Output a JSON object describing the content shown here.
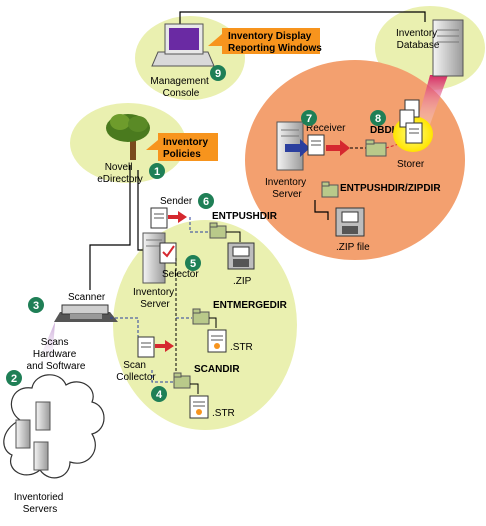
{
  "colors": {
    "ellipse_green": "#eaf0b0",
    "ellipse_orange": "#f3a06f",
    "callout_orange": "#f7941d",
    "step_badge": "#1f7f56",
    "file_green": "#b9c98a",
    "arrow_blue": "#2b3f9e",
    "arrow_red": "#d5282f"
  },
  "labels": {
    "management_console": [
      "Management",
      "Console"
    ],
    "inventory_display": [
      "Inventory Display",
      "Reporting Windows"
    ],
    "inventory_database": [
      "Inventory",
      "Database"
    ],
    "novell_edirectory": [
      "Novell",
      "eDirectory"
    ],
    "inventory_policies": [
      "Inventory",
      "Policies"
    ],
    "receiver": "Receiver",
    "dbdir": "DBDIR",
    "storer": "Storer",
    "inventory_server_right": [
      "Inventory",
      "Server"
    ],
    "entpushdir_zipdir": "ENTPUSHDIR/ZIPDIR",
    "zip_file": ".ZIP file",
    "sender": "Sender",
    "entpushdir": "ENTPUSHDIR",
    "zip": ".ZIP",
    "selector": "Selector",
    "inventory_server_left": [
      "Inventory",
      "Server"
    ],
    "scanner": "Scanner",
    "scans_hw_sw": [
      "Scans",
      "Hardware",
      "and Software"
    ],
    "entmergedir": "ENTMERGEDIR",
    "str_1": ".STR",
    "scan_collector": [
      "Scan",
      "Collector"
    ],
    "scandir": "SCANDIR",
    "str_2": ".STR",
    "inventoried_servers": [
      "Inventoried",
      "Servers"
    ]
  },
  "steps": [
    "1",
    "2",
    "3",
    "4",
    "5",
    "6",
    "7",
    "8",
    "9"
  ]
}
